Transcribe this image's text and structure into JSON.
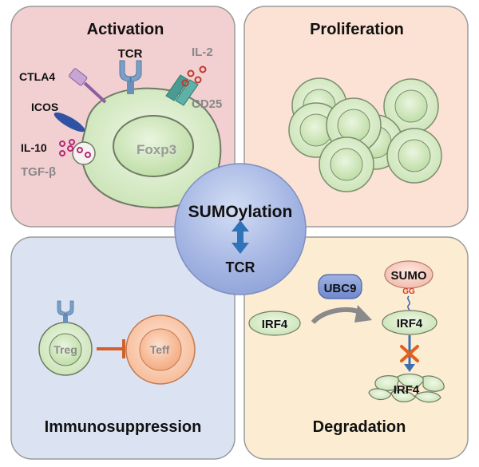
{
  "panels": {
    "activation": {
      "title": "Activation",
      "labels": {
        "tcr": "TCR",
        "il2": "IL-2",
        "ctla4": "CTLA4",
        "icos": "ICOS",
        "cd25": "CD25",
        "il10": "IL-10",
        "tgfb": "TGF-β",
        "foxp3": "Foxp3"
      }
    },
    "proliferation": {
      "title": "Proliferation"
    },
    "immunosuppression": {
      "title": "Immunosuppression",
      "labels": {
        "treg": "Treg",
        "teff": "Teff"
      }
    },
    "degradation": {
      "title": "Degradation",
      "labels": {
        "ubc9": "UBC9",
        "sumo": "SUMO",
        "gg": "GG",
        "irf4_left": "IRF4",
        "irf4_sumo": "IRF4",
        "irf4_degraded": "IRF4"
      }
    }
  },
  "center": {
    "title": "SUMOylation",
    "subtitle": "TCR"
  },
  "colors": {
    "activation_bg": "#f2cfd1",
    "proliferation_bg": "#fbe2d4",
    "immunosuppression_bg": "#dbe3f3",
    "degradation_bg": "#fbecd2",
    "cell_green": "#d8ecc8",
    "arrow_blue": "#2f73b8",
    "inhibit_orange": "#d2602a",
    "block_x": "#e0601f"
  }
}
